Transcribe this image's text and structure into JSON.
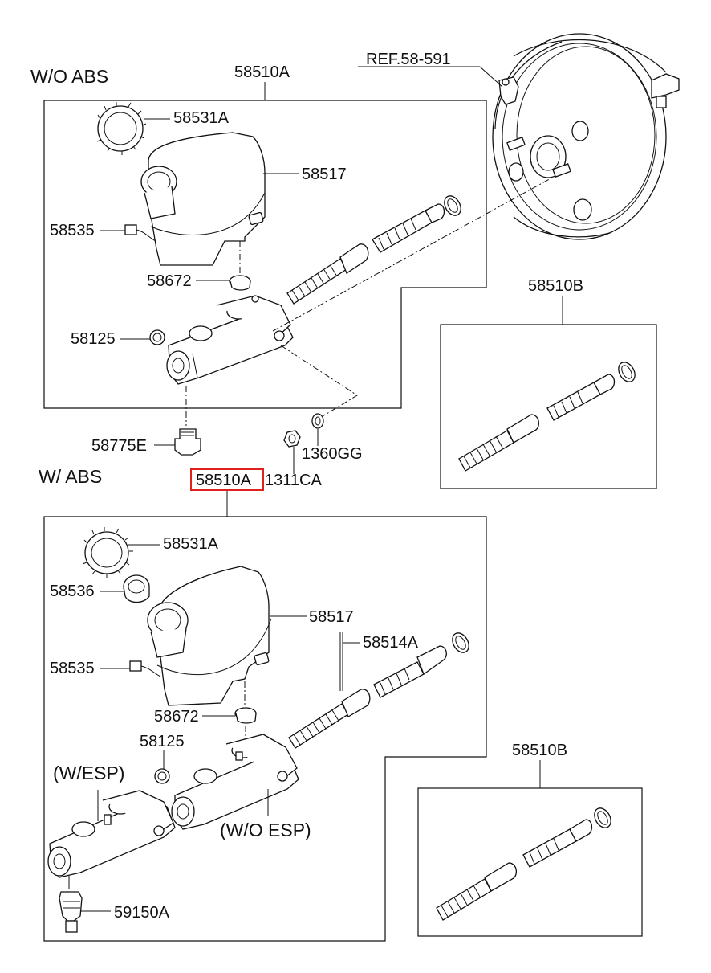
{
  "sections": {
    "wo_abs": "W/O ABS",
    "w_abs": "W/ ABS"
  },
  "labels": {
    "ref": "REF.58-591",
    "top_assembly": "58510A",
    "top_cap": "58531A",
    "top_reservoir": "58517",
    "top_sensor": "58535",
    "top_grommet": "58672",
    "top_plug": "58125",
    "top_fitting": "58775E",
    "nut": "1311CA",
    "washer": "1360GG",
    "kit_top": "58510B",
    "bottom_assembly": "58510A",
    "bottom_cap": "58531A",
    "bottom_strainer": "58536",
    "bottom_reservoir": "58517",
    "bottom_pin": "58514A",
    "bottom_sensor": "58535",
    "bottom_grommet": "58672",
    "bottom_plug": "58125",
    "w_esp": "(W/ESP)",
    "wo_esp": "(W/O ESP)",
    "bottom_switch": "59150A",
    "kit_bottom": "58510B"
  },
  "highlight": {
    "target": "bottom_assembly",
    "color": "#e0201d"
  }
}
